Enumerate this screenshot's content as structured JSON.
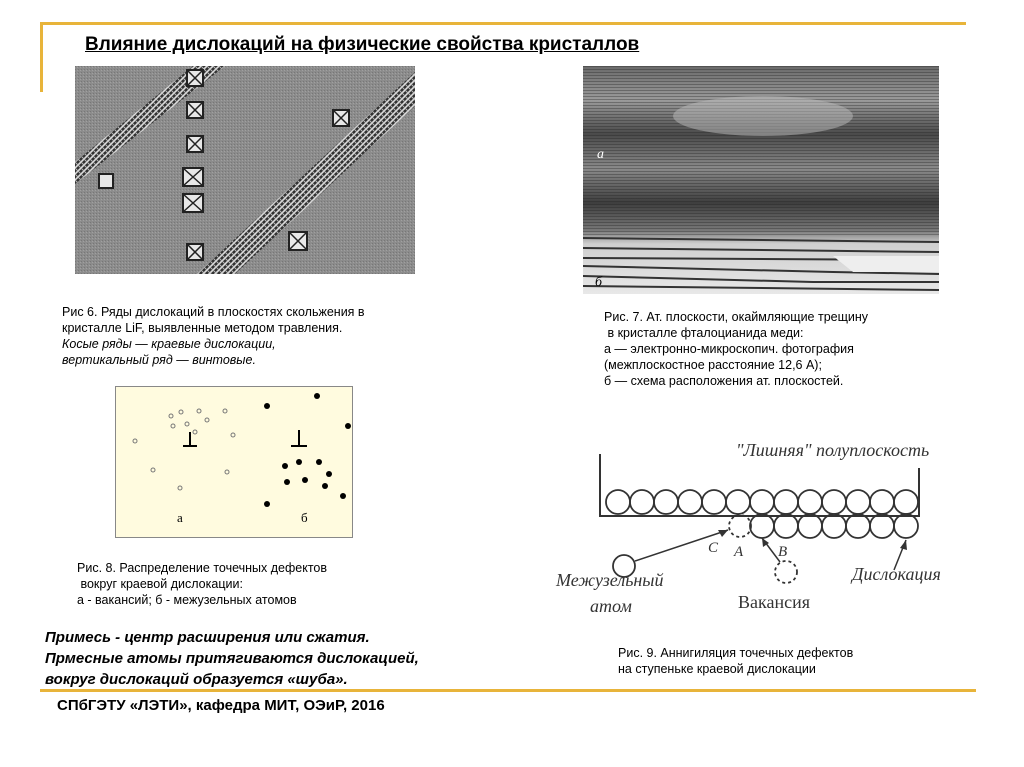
{
  "slide": {
    "title": "Влияние дислокаций на физические свойства кристаллов",
    "footer": "СПбГЭТУ «ЛЭТИ», кафедра МИТ, ОЭиР, 2016",
    "accent_color": "#e8b43a"
  },
  "fig6": {
    "caption_line1": "Рис 6. Ряды дислокаций в плоскостях скольжения в",
    "caption_line2": "кристалле LiF, выявленные методом травления.",
    "caption_line3": "Косые ряды — краевые дислокации,",
    "caption_line4": "вертикальный ряд — винтовые."
  },
  "fig7": {
    "label_a": "а",
    "label_b": "б",
    "caption_line1": "Рис. 7. Ат. плоскости, окаймляющие трещину",
    "caption_line2": " в кристалле фталоцианида меди:",
    "caption_line3": "а — электронно-микроскопич. фотография",
    "caption_line4": "(межплоскостное расстояние 12,6 А);",
    "caption_line5": "б — схема расположения ат. плоскостей."
  },
  "fig8": {
    "label_a": "а",
    "label_b": "б",
    "caption_line1": "Рис. 8. Распределение точечных дефектов",
    "caption_line2": " вокруг краевой дислокации:",
    "caption_line3": "а - вакансий; б - межузельных атомов"
  },
  "fig9": {
    "label_extra": "\"Лишняя\" полуплоскость",
    "label_c": "C",
    "label_a": "A",
    "label_b": "B",
    "label_interstitial_1": "Межузельный",
    "label_interstitial_2": "атом",
    "label_vacancy": "Вакансия",
    "label_dislocation": "Дислокация",
    "caption_line1": "Рис. 9. Аннигиляция точечных дефектов",
    "caption_line2": "на ступеньке краевой дислокации"
  },
  "note": {
    "line1": "Примесь - центр расширения или сжатия.",
    "line2": "Прмесные атомы притягиваются дислокацией,",
    "line3": "вокруг дислокаций образуется «шуба»."
  }
}
